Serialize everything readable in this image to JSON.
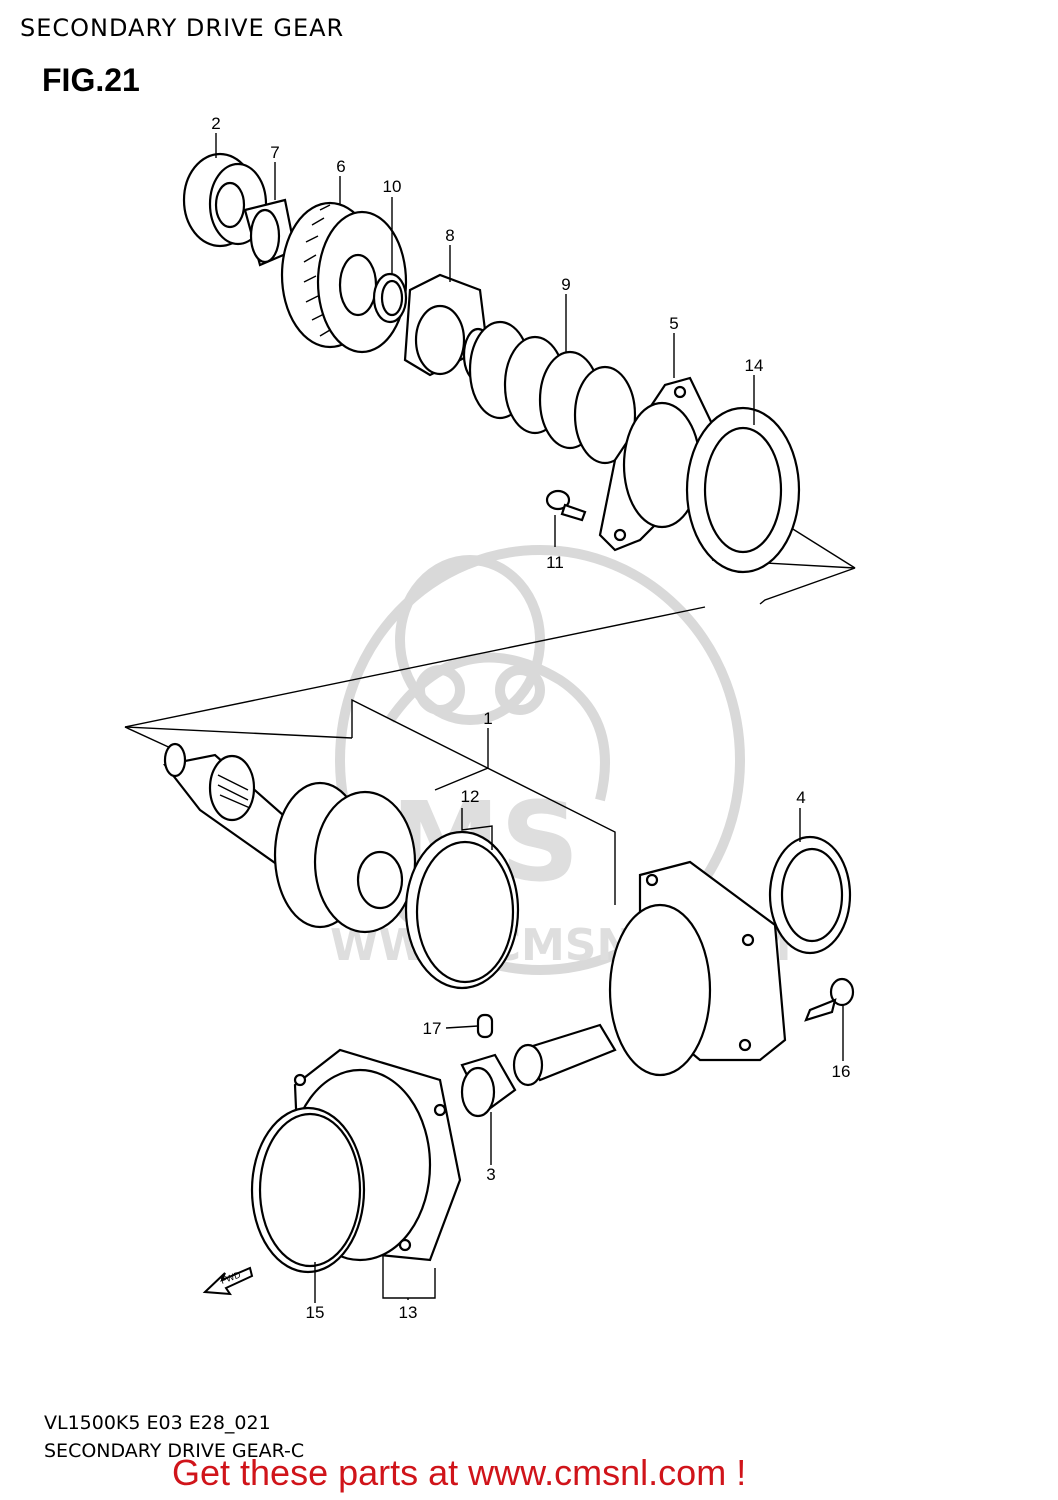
{
  "header": {
    "title": "SECONDARY DRIVE GEAR",
    "figure": "FIG.21"
  },
  "watermark": {
    "brand": "CMS",
    "url": "WWW.CMSNL.COM"
  },
  "callouts": [
    "1",
    "2",
    "3",
    "4",
    "5",
    "6",
    "7",
    "8",
    "9",
    "10",
    "11",
    "12",
    "13",
    "14",
    "15",
    "16",
    "17"
  ],
  "badge": {
    "label": "FWD"
  },
  "footer": {
    "model_code": "VL1500K5 E03 E28_021",
    "caption": "SECONDARY DRIVE GEAR-C",
    "promo": "Get these parts at www.cmsnl.com !"
  },
  "colors": {
    "promo": "#d0141a",
    "line": "#000000",
    "watermark": "#d9d9d9"
  }
}
